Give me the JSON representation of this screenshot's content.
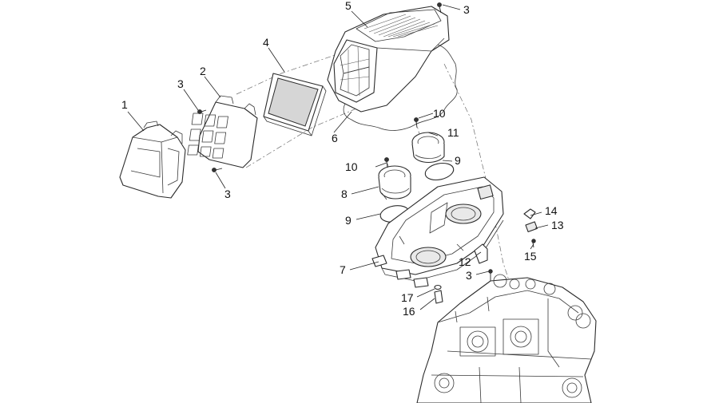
{
  "callouts": {
    "c1": "1",
    "c2": "2",
    "c3a": "3",
    "c3b": "3",
    "c3c": "3",
    "c3d": "3",
    "c4": "4",
    "c5": "5",
    "c6": "6",
    "c7": "7",
    "c8": "8",
    "c9a": "9",
    "c9b": "9",
    "c10a": "10",
    "c10b": "10",
    "c11": "11",
    "c12": "12",
    "c13": "13",
    "c14": "14",
    "c15": "15",
    "c16": "16",
    "c17": "17"
  }
}
